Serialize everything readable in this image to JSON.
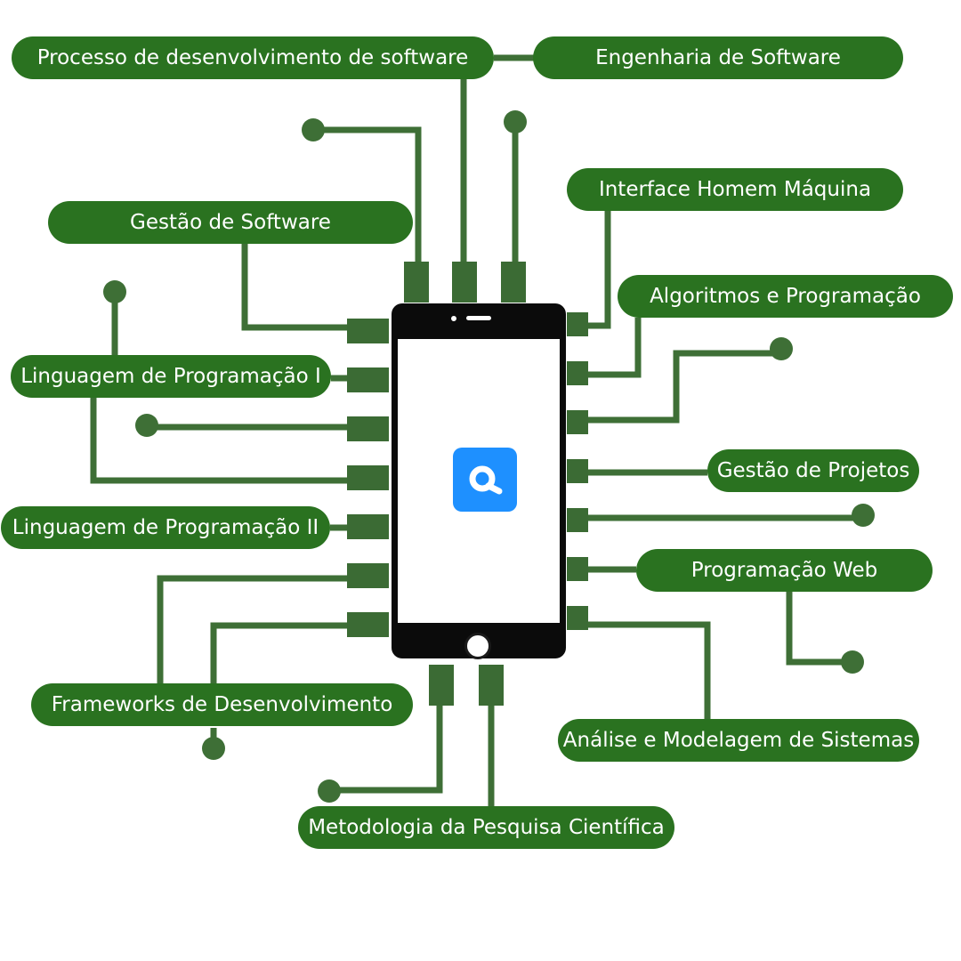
{
  "diagram": {
    "accent_color": "#2a7220",
    "wire_color": "#3e6f36",
    "pin_color": "#3b6b34",
    "center_icon": "magnifier-app-icon",
    "center_icon_color": "#1e90ff",
    "labels": {
      "processo": "Processo de desenvolvimento de software",
      "engenharia": "Engenharia de Software",
      "interface": "Interface Homem Máquina",
      "gestao_software": "Gestão de Software",
      "algoritmos": "Algoritmos e Programação",
      "linguagem1": "Linguagem de Programação I",
      "gestao_projetos": "Gestão de Projetos",
      "linguagem2": "Linguagem de Programação II",
      "web": "Programação Web",
      "frameworks": "Frameworks de Desenvolvimento",
      "analise": "Análise e Modelagem de Sistemas",
      "metodologia": "Metodologia da Pesquisa Científica"
    }
  }
}
